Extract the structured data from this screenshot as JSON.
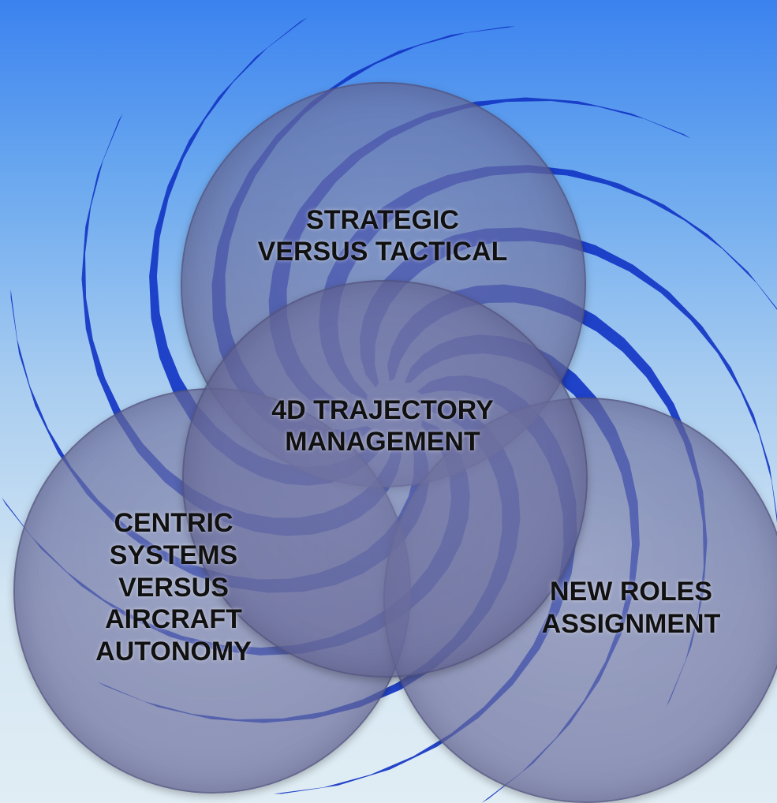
{
  "colors": {
    "background_top": "#3b82ef",
    "background_bottom": "#e0edf4",
    "swirl": "#1336c4",
    "circle_fill": "#6c6f9f",
    "label_text": "#111111"
  },
  "icons": {
    "background": "swirl-icon"
  },
  "circles": {
    "top": {
      "lines": [
        "STRATEGIC",
        "VERSUS TACTICAL"
      ]
    },
    "center": {
      "lines": [
        "4D TRAJECTORY",
        "MANAGEMENT"
      ]
    },
    "left": {
      "lines": [
        "CENTRIC",
        "SYSTEMS",
        "VERSUS",
        "AIRCRAFT",
        "AUTONOMY"
      ]
    },
    "right": {
      "lines": [
        "NEW ROLES",
        "ASSIGNMENT"
      ]
    }
  }
}
